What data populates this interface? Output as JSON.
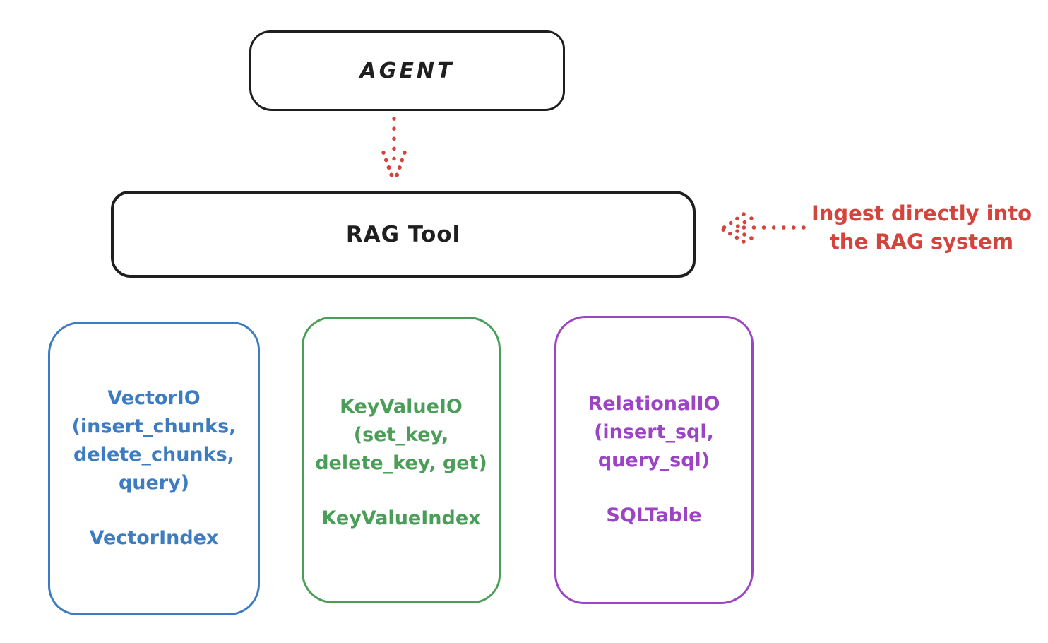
{
  "diagram": {
    "agent_box": {
      "label": "AGENT"
    },
    "rag_tool_box": {
      "label": "RAG Tool"
    },
    "annotation": {
      "text": "Ingest directly into\nthe RAG system",
      "color": "#d2443c"
    },
    "io_boxes": [
      {
        "name": "vector-io",
        "title": "VectorIO\n(insert_chunks,\ndelete_chunks,\nquery)",
        "index_label": "VectorIndex",
        "color": "#3d7cc0"
      },
      {
        "name": "keyvalue-io",
        "title": "KeyValueIO\n(set_key,\ndelete_key, get)",
        "index_label": "KeyValueIndex",
        "color": "#4a9e57"
      },
      {
        "name": "relational-io",
        "title": "RelationalIO\n(insert_sql,\nquery_sql)",
        "index_label": "SQLTable",
        "color": "#9b45c4"
      }
    ],
    "arrows": [
      {
        "name": "agent-to-rag-arrow",
        "style": "dotted",
        "direction": "down",
        "color": "#d2443c"
      },
      {
        "name": "ingest-annotation-arrow",
        "style": "dotted",
        "direction": "left",
        "color": "#d2443c"
      }
    ],
    "colors": {
      "stroke_black": "#1f1f1f",
      "accent_red": "#d2443c",
      "accent_blue": "#3d7cc0",
      "accent_green": "#4a9e57",
      "accent_purple": "#9b45c4",
      "background": "#ffffff"
    }
  }
}
